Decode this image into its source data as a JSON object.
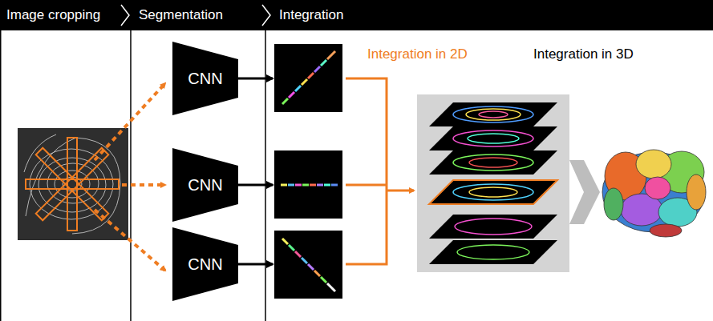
{
  "diagram": {
    "nodes": [
      {
        "text": [
          "Image cropping"
        ]
      },
      {
        "text": [
          "Segmentation"
        ]
      },
      {
        "text": [
          "Integration"
        ]
      },
      {
        "text": [
          "CNN"
        ]
      },
      {
        "text": [
          "CNN"
        ]
      },
      {
        "text": [
          "CNN"
        ]
      }
    ],
    "labels": [
      "Integration in 2D",
      "Integration in 3D"
    ]
  }
}
